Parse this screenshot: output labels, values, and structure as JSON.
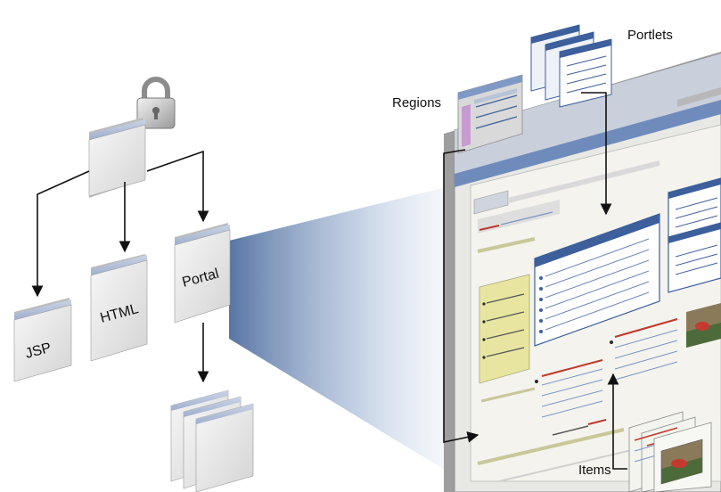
{
  "labels": {
    "jsp": "JSP",
    "html": "HTML",
    "portal": "Portal",
    "regions": "Regions",
    "portlets": "Portlets",
    "items": "Items"
  },
  "colors": {
    "page_face": "#ececec",
    "page_side": "#bdbdbd",
    "title_bar": "#b7c3d9",
    "accent_blue": "#3d5f9c",
    "region_pink": "#c79ad0",
    "sidebar_yellow": "#e9e8a4",
    "projection": "#8fa9cc",
    "arrow": "#111111"
  },
  "icons": [
    "padlock-icon",
    "photo-thumbnail-icon"
  ]
}
